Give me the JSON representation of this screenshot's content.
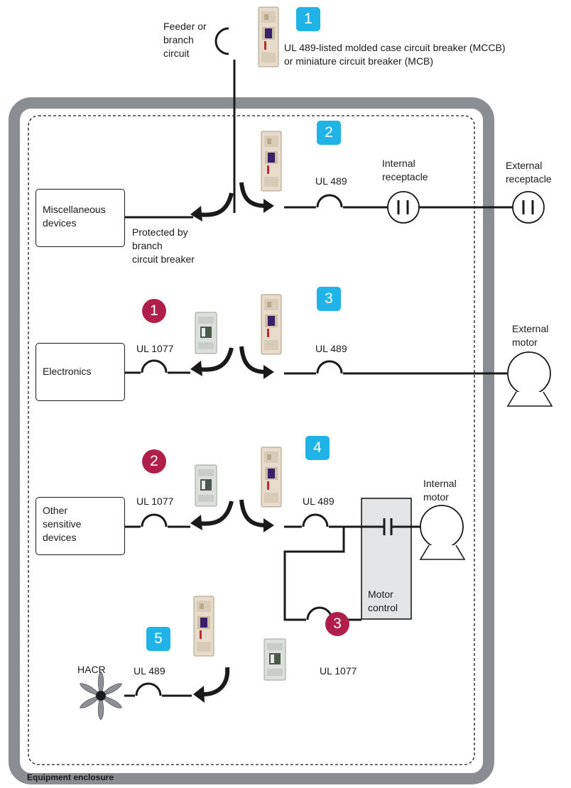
{
  "feeder_label": "Feeder or\nbranch\ncircuit",
  "enclosure_label": "Equipment enclosure",
  "colors": {
    "square_badge": "#1fb3e8",
    "circle_badge": "#b01e4a",
    "enclosure_gray": "#8a8d91"
  },
  "badges": {
    "sq1": "1",
    "sq2": "2",
    "sq3": "3",
    "sq4": "4",
    "sq5": "5",
    "ci1": "1",
    "ci2": "2",
    "ci3": "3"
  },
  "mccb_caption": "UL 489-listed molded case circuit breaker (MCCB)\nor miniature circuit breaker (MCB)",
  "labels": {
    "misc_devices": "Miscellaneous\ndevices",
    "protected_by": "Protected by\nbranch\ncircuit breaker",
    "internal_receptacle": "Internal\nreceptacle",
    "external_receptacle": "External\nreceptacle",
    "electronics": "Electronics",
    "external_motor": "External\nmotor",
    "other_sensitive": "Other\nsensitive\ndevices",
    "internal_motor": "Internal\nmotor",
    "motor_control": "Motor\ncontrol",
    "hacr": "HACR"
  },
  "ul_labels": {
    "ul489_row1": "UL 489",
    "ul1077_row2": "UL 1077",
    "ul489_row2": "UL 489",
    "ul1077_row3": "UL 1077",
    "ul489_row3": "UL 489",
    "ul489_row4": "UL 489",
    "ul1077_row4": "UL 1077"
  }
}
